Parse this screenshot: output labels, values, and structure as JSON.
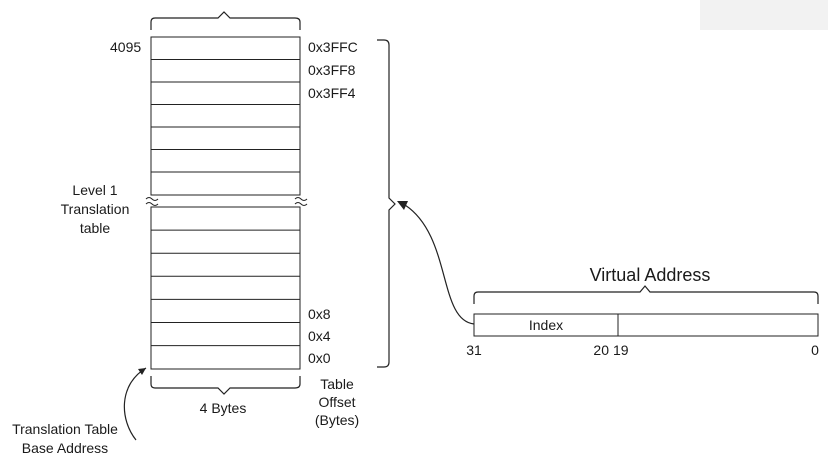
{
  "table": {
    "top_index": "4095",
    "offsets_top": [
      "0x3FFC",
      "0x3FF8",
      "0x3FF4"
    ],
    "offsets_bottom": [
      "0x8",
      "0x4",
      "0x0"
    ],
    "name_lines": [
      "Level 1",
      "Translation",
      "table"
    ],
    "width_label": "4 Bytes"
  },
  "offset_caption": [
    "Table",
    "Offset",
    "(Bytes)"
  ],
  "base_label": [
    "Translation Table",
    "Base Address"
  ],
  "virtual_address": {
    "title": "Virtual Address",
    "index_label": "Index",
    "bits": {
      "b31": "31",
      "b20": "20",
      "b19": "19",
      "b0": "0"
    }
  },
  "colors": {
    "line": "#222222",
    "text": "#1a1a1a",
    "background": "#ffffff"
  }
}
